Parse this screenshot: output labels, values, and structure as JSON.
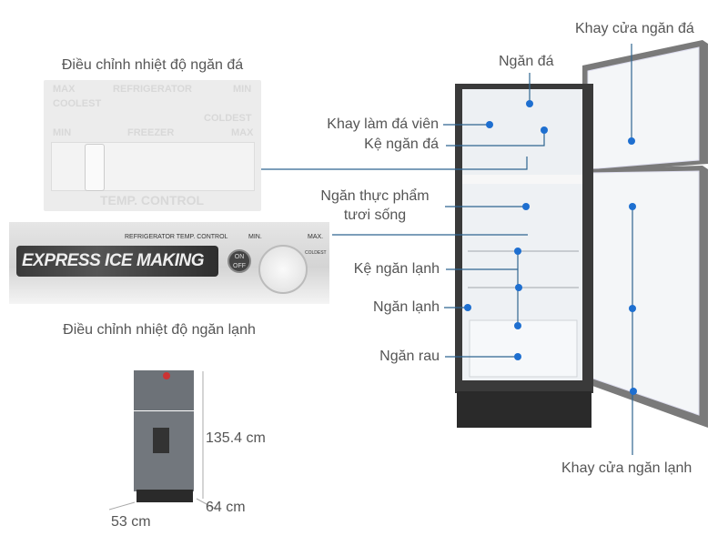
{
  "accent_color": "#1e6fd0",
  "line_color": "#2f6590",
  "freezer_control": {
    "caption": "Điều chỉnh nhiệt độ ngăn đá",
    "panel_text": {
      "max": "MAX",
      "refrigerator": "REFRIGERATOR",
      "min": "MIN",
      "coolest": "COOLEST",
      "coldest": "COLDEST",
      "min2": "MIN",
      "freezer": "FREEZER",
      "max2": "MAX",
      "temp_control": "TEMP. CONTROL"
    }
  },
  "fridge_control": {
    "caption": "Điều chỉnh nhiệt độ ngăn lạnh",
    "panel_text": {
      "title": "REFRIGERATOR TEMP. CONTROL",
      "express": "EXPRESS ICE MAKING",
      "on": "ON",
      "off": "OFF",
      "min": "MIN.",
      "max": "MAX.",
      "coldest": "COLDEST"
    }
  },
  "callouts": {
    "ngan_da": "Ngăn đá",
    "khay_cua_ngan_da": "Khay cửa ngăn đá",
    "khay_lam_da_vien": "Khay làm đá viên",
    "ke_ngan_da": "Kệ ngăn đá",
    "ngan_thuc_pham_1": "Ngăn thực phẩm",
    "ngan_thuc_pham_2": "tươi sống",
    "ke_ngan_lanh": "Kệ ngăn lạnh",
    "ngan_lanh": "Ngăn lạnh",
    "ngan_rau": "Ngăn rau",
    "khay_cua_ngan_lanh": "Khay cửa ngăn lạnh"
  },
  "dimensions": {
    "height": "135.4 cm",
    "depth": "64 cm",
    "width": "53 cm"
  }
}
